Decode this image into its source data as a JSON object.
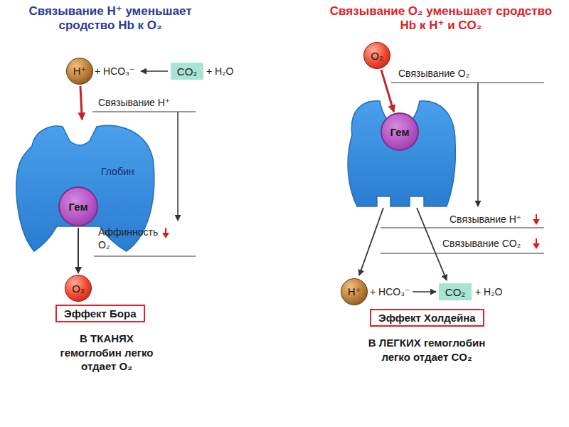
{
  "diagram": {
    "nodes": [
      {
        "text": [
          "H⁺"
        ]
      },
      {
        "text": [
          "CO₂"
        ]
      },
      {
        "text": [
          "Глобин"
        ]
      },
      {
        "text": [
          "Гем"
        ],
        "in": 2
      },
      {
        "text": [
          "O₂"
        ]
      },
      {
        "text": [
          "Эффект Бора"
        ]
      },
      {
        "text": [
          "O₂"
        ]
      },
      {
        "text": [
          "Гем"
        ]
      },
      {
        "text": [
          "H⁺"
        ]
      },
      {
        "text": [
          "CO₂"
        ]
      },
      {
        "text": [
          "Эффект Холдейна"
        ]
      }
    ],
    "edges": [
      {
        "from": 0,
        "to": 2,
        "arrow": "to"
      },
      {
        "from": 3,
        "to": 4,
        "arrow": "to"
      },
      {
        "from": 6,
        "to": 7,
        "arrow": "to"
      }
    ],
    "labels": [
      "Связывание H⁺ уменьшает сродство Hb к O₂",
      "+ HCO₃⁻",
      "+ H₂O",
      "Связывание H⁺",
      "Аффинность",
      "O₂",
      "В ТКАНЯХ гемоглобин легко отдает O₂",
      "Связывание O₂ уменьшает сродство Hb к H⁺ и CO₂",
      "Связывание O₂",
      "Связывание H⁺",
      "Связывание CO₂",
      "+ HCO₃⁻",
      "+ H₂O",
      "В ЛЕГКИХ гемоглобин легко отдает CO₂"
    ]
  }
}
